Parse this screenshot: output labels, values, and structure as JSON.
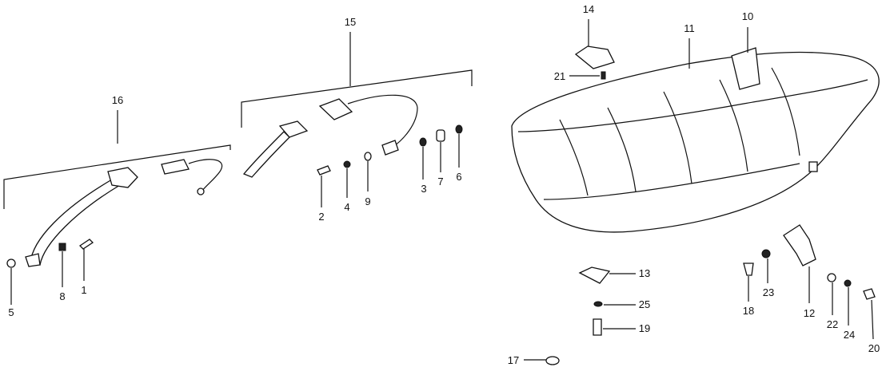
{
  "diagram": {
    "type": "parts-exploded-view",
    "callouts": {
      "c1": "1",
      "c2": "2",
      "c3": "3",
      "c4": "4",
      "c5": "5",
      "c6": "6",
      "c7": "7",
      "c8": "8",
      "c9": "9",
      "c10": "10",
      "c11": "11",
      "c12": "12",
      "c13": "13",
      "c14": "14",
      "c15": "15",
      "c16": "16",
      "c17": "17",
      "c18": "18",
      "c19": "19",
      "c20": "20",
      "c21": "21",
      "c22": "22",
      "c23": "23",
      "c24": "24",
      "c25": "25"
    }
  }
}
